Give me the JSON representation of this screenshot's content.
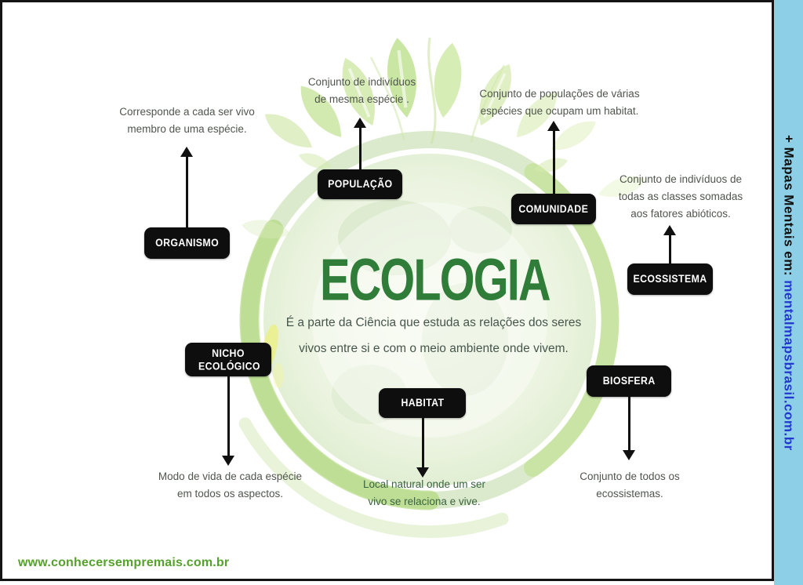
{
  "center": {
    "title": "ECOLOGIA",
    "subtitle_line1": "É a parte da Ciência que estuda as relações dos seres",
    "subtitle_line2": "vivos entre si e com o meio ambiente onde vivem."
  },
  "nodes": [
    {
      "id": "organismo",
      "label": "ORGANISMO",
      "arrow": "up",
      "desc": [
        "Corresponde a cada ser vivo",
        "membro de uma espécie."
      ]
    },
    {
      "id": "populacao",
      "label": "POPULAÇÃO",
      "arrow": "up",
      "desc": [
        "Conjunto de indivíduos",
        "de mesma espécie ."
      ]
    },
    {
      "id": "comunidade",
      "label": "COMUNIDADE",
      "arrow": "up",
      "desc": [
        "Conjunto de populações de várias",
        "espécies que ocupam um habitat."
      ]
    },
    {
      "id": "ecossistema",
      "label": "ECOSSISTEMA",
      "arrow": "up",
      "desc": [
        "Conjunto de indivíduos de",
        "todas as classes somadas",
        "aos fatores abióticos."
      ]
    },
    {
      "id": "nicho",
      "label": "NICHO ECOLÓGICO",
      "arrow": "down",
      "desc": [
        "Modo de vida de cada espécie",
        "em todos os aspectos."
      ]
    },
    {
      "id": "habitat",
      "label": "HABITAT",
      "arrow": "down",
      "desc": [
        "Local natural onde um ser",
        "vivo se relaciona e vive."
      ]
    },
    {
      "id": "biosfera",
      "label": "BIOSFERA",
      "arrow": "down",
      "desc": [
        "Conjunto de todos os",
        "ecossistemas."
      ]
    }
  ],
  "sidebar": {
    "prefix": "+ Mapas Mentais em: ",
    "link": "mentalmapsbrasil.com.br"
  },
  "footer": {
    "website": "www.conhecersempremais.com.br"
  },
  "colors": {
    "title_green": "#2f7d38",
    "description_gray": "#50554d",
    "habitat_desc_green": "#3a6340",
    "node_box_black": "#0e0e0e",
    "sidebar_blue": "#8ccfe7",
    "sidebar_link_blue": "#2338cf",
    "footer_green": "#55a12b"
  }
}
